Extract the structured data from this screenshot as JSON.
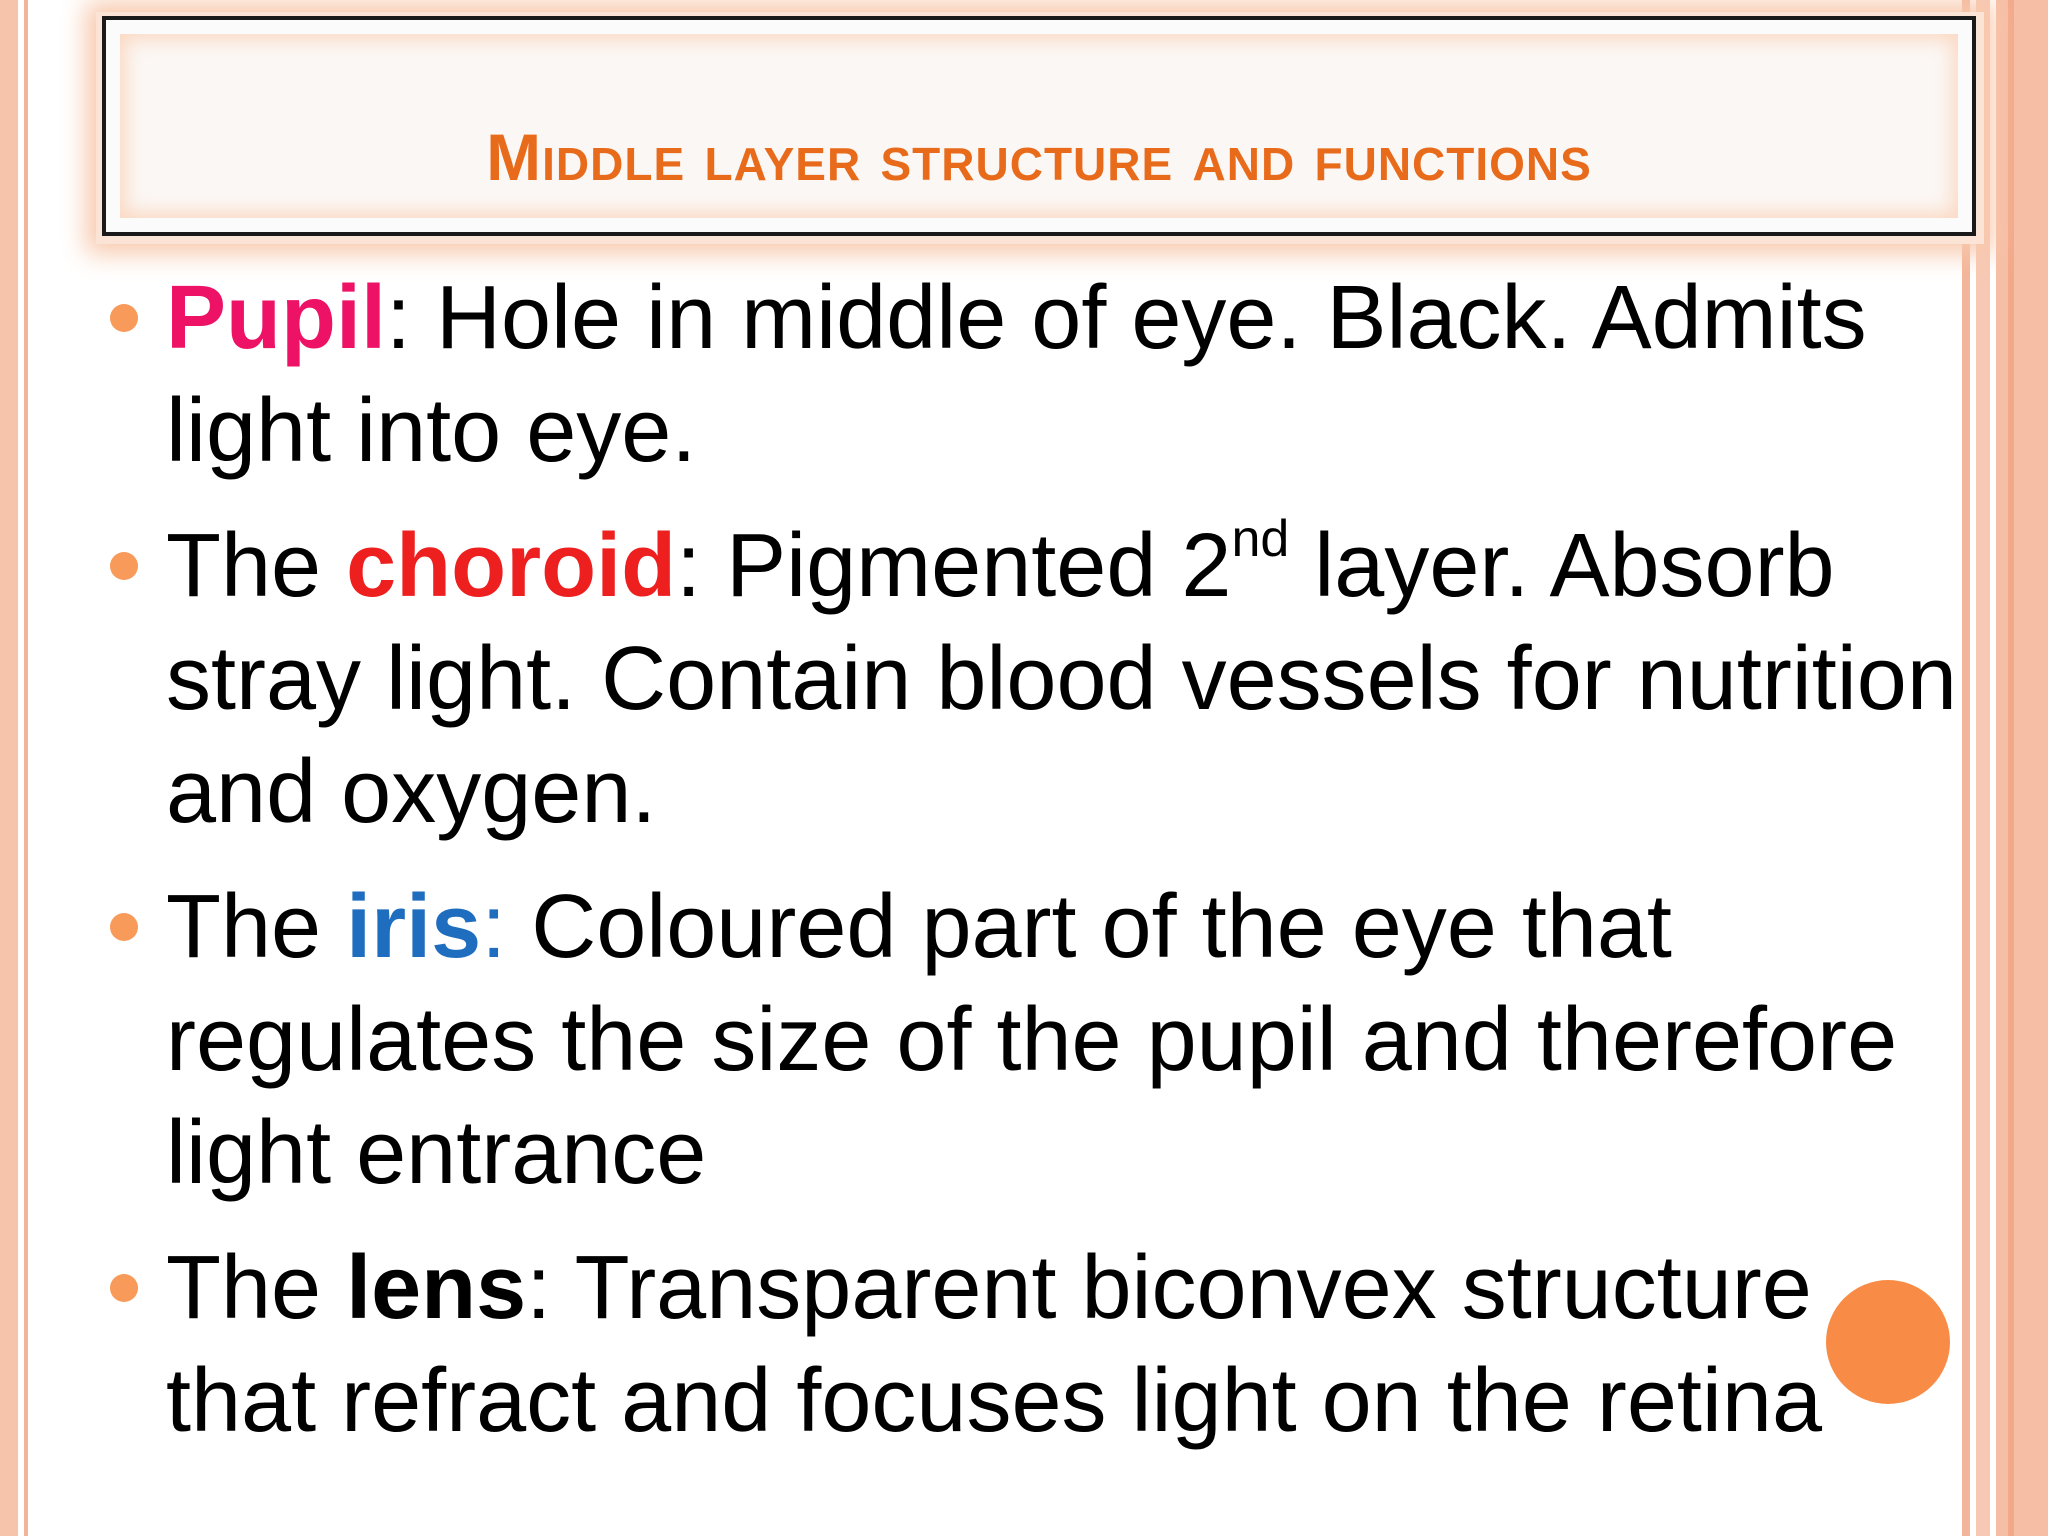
{
  "slide": {
    "title": "Middle layer structure and functions",
    "colors": {
      "title": "#e86b1c",
      "bullet_dot": "#f79a5a",
      "pupil_term": "#ee1266",
      "choroid_term": "#ee1f1f",
      "iris_term": "#1f6dbf",
      "accent_circle": "#f8863c",
      "side_border": "#f6c3ab"
    },
    "bullets": [
      {
        "prefix": "",
        "term": "Pupil",
        "text": ": Hole in middle of eye. Black. Admits light into eye."
      },
      {
        "prefix": "The ",
        "term": "choroid",
        "text_before_sup": ": Pigmented 2",
        "sup": "nd",
        "text_after_sup": " layer. Absorb stray light. Contain blood vessels for nutrition and oxygen."
      },
      {
        "prefix": "The ",
        "term": "iris",
        "colon": ":",
        "text": " Coloured part of the eye that regulates the size of the pupil and therefore light entrance"
      },
      {
        "prefix": "The ",
        "term": "lens",
        "text": ": Transparent biconvex structure that refract and focuses light on the retina"
      }
    ]
  }
}
